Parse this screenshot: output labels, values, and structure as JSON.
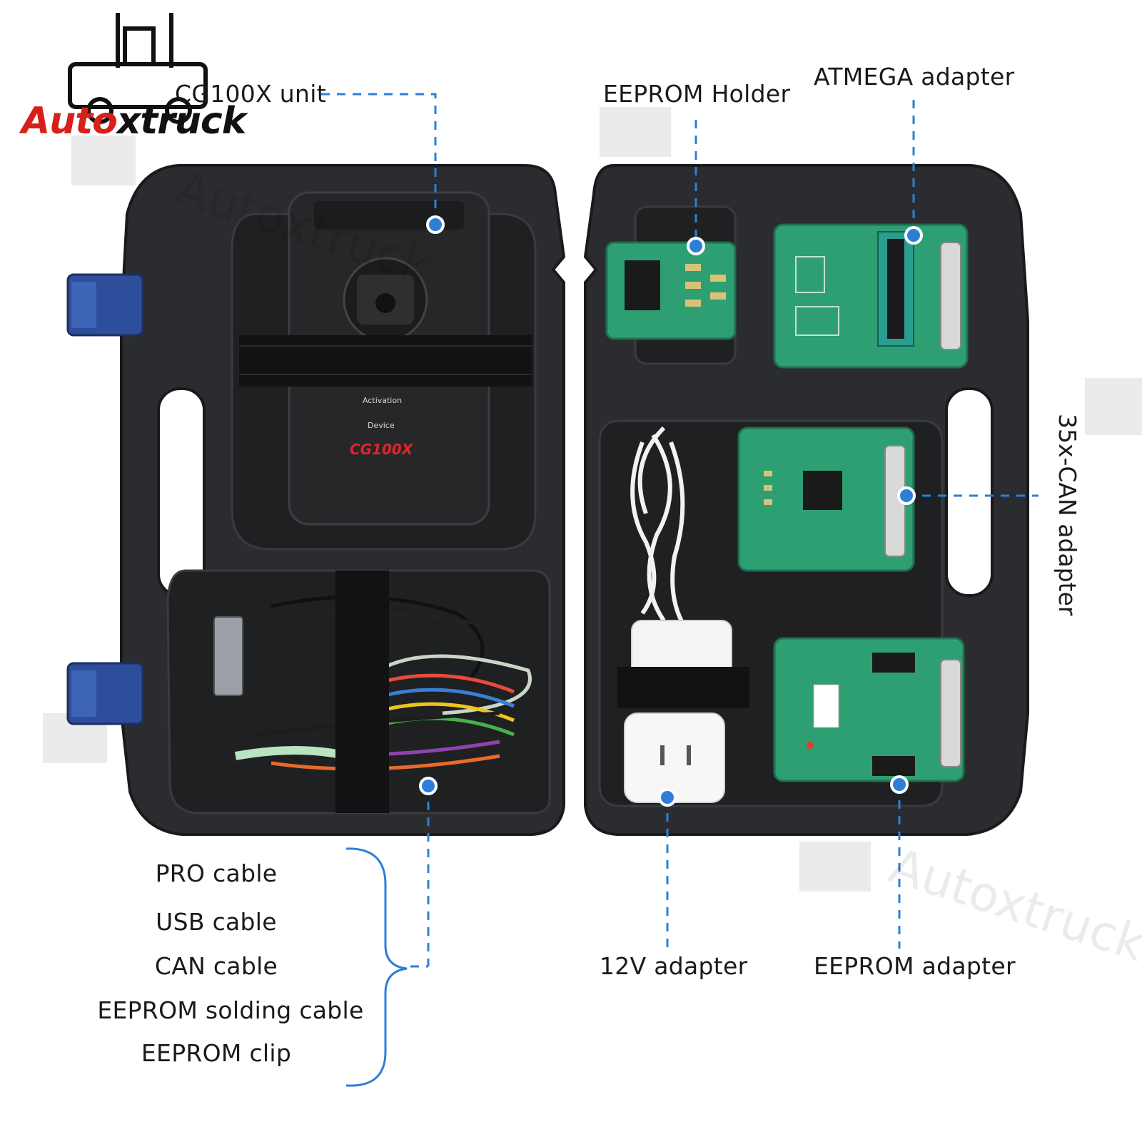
{
  "brand": {
    "logo_red": "Auto",
    "logo_dark": "xtruck",
    "watermark": "Autoxtruck"
  },
  "labels": {
    "unit": "CG100X unit",
    "eeprom_holder": "EEPROM Holder",
    "atmega_adapter": "ATMEGA adapter",
    "can_adapter": "35x-CAN adapter",
    "twelve_v_adapter": "12V  adapter",
    "eeprom_adapter": "EEPROM  adapter"
  },
  "cable_list": [
    "PRO cable",
    "USB cable",
    "CAN cable",
    "EEPROM  solding cable",
    "EEPROM clip"
  ],
  "device": {
    "line1": "Activation",
    "line2": "Device",
    "model": "CG100X"
  },
  "colors": {
    "case": "#2b2c2f",
    "case_inner": "#1f2022",
    "latch": "#2d4e9a",
    "pcb": "#2e9f73",
    "leader": "#2c7fd8",
    "brand_red": "#d8201a"
  }
}
